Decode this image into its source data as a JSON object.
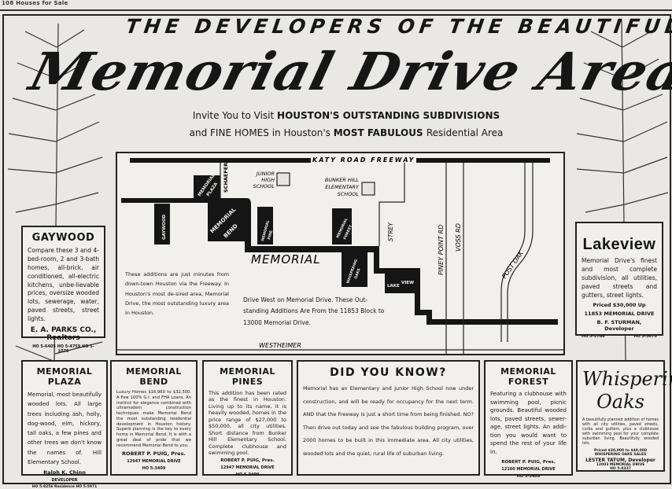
{
  "page_header": "108 Houses for Sale",
  "kicker": "THE DEVELOPERS OF THE BEAUTIFUL",
  "headline": "Memorial Drive Area",
  "subhead": {
    "line1_a": "Invite You to Visit ",
    "line1_b": "HOUSTON'S OUTSTANDING SUBDIVISIONS",
    "line2_a": "and FINE HOMES ",
    "line2_b": "in Houston's ",
    "line2_c": "MOST FABULOUS ",
    "line2_d": "Residential Area"
  },
  "map": {
    "freeway": "KATY ROAD FREEWAY",
    "memorial": "MEMORIAL",
    "westheimer": "WESTHEIMER",
    "schaefer": "SCHAEFER",
    "strey": "STREY",
    "piney_point": "PINEY POINT RD",
    "voss": "VOSS RD",
    "post_oak": "POST OAK",
    "junior_high": [
      "JUNIOR",
      "HIGH",
      "SCHOOL"
    ],
    "bunker_hill": [
      "BUNKER HILL",
      "ELEMENTARY",
      "SCHOOL"
    ],
    "blocks": {
      "gaywood": "GAYWOOD",
      "plaza": [
        "MEMORIAL",
        "PLAZA"
      ],
      "bend": [
        "MEMORIAL",
        "BEND"
      ],
      "pine": [
        "MEMORIAL",
        "PINE"
      ],
      "forest": [
        "MEMORIAL",
        "FOREST"
      ],
      "whispering": [
        "WHISPERING",
        "OAKS"
      ],
      "lakeview": [
        "LAKE",
        "VIEW"
      ]
    },
    "note_left": "These additions are just minutes from down-town Houston via the Freeway. In Houston's most de-sired area, Memorial Drive, the most outstanding luxury area in Houston.",
    "note_center": "Drive West on Memorial Drive. These Out-standing Additions Are From the 11853 Block to 13000 Memorial Drive."
  },
  "gaywood": {
    "title": "GAYWOOD",
    "body": "Compare these 3 and 4-bed-room, 2 and 3-bath homes, all-brick, air conditioned, all-electric kitchens, unbe-lievable prices, oversize wooded lots, sewerage, water, paved streets, street lights.",
    "agent": "E. A. PARKS CO., Realtors",
    "phones": "HO 5-6405  HO 5-4759  HO 5-1076"
  },
  "lakeview": {
    "title": "Lakeview",
    "body": "Memorial Drive's finest and most complete subdivision, all utilities, paved streets and gutters, street lights.",
    "price": "Priced $30,000 Up",
    "address": "11853 MEMORIAL DRIVE",
    "developer": "B. F. STURMAN, Developer",
    "phone1": "HO 5-3786",
    "phone2": "HO 5-5670"
  },
  "plaza": {
    "title": "MEMORIAL PLAZA",
    "body": "Memorial, most beautifully wooded lots. All large trees including ash, holly, dog-wood, elm, hickory, tall oaks, a few pines and other trees we don't know the names of. Hill Elementary School.",
    "developer": "Ralph K. Chinn",
    "role": "DEVELOPER",
    "phones": "HO 5-8256  Residence HO 5-5971"
  },
  "bend": {
    "title": "MEMORIAL BEND",
    "body": "Luxury Homes $16,960 to $32,500. A Few 100% G.I. and FHA Loans. An instinct for elegance combined with ultramodern construction techniques make Memorial Bend the most outstanding residential development in Houston history. Superb planning is the key to every home in Memorial Bend. It is with a great deal of pride that we recommend Memorial Bend to you.",
    "developer": "ROBERT P. PUIG, Pres.",
    "address": "12947 MEMORIAL DRIVE",
    "phone": "HO 5-3409"
  },
  "pines": {
    "title": "MEMORIAL PINES",
    "body": "This addition has been rated as the finest in Houston. Living up to its name, it is heavily wooded, homes in the price range of $27,000 to $50,000, all city utilities. Short distance from Bunker Hill Elementary School. Complete clubhouse and swimming pool.",
    "developer": "ROBERT P. PUIG, Pres.",
    "address": "12947 MEMORIAL DRIVE",
    "phone": "HO 5-3409"
  },
  "did_you_know": {
    "title": "DID YOU KNOW?",
    "body": "Memorial has an Elementary and Junior High School now under construction, and will be ready for occupancy for the next term. AND that the Freeway is just a short time from being finished. NO? Then drive out today and see the fabulous building program, over 2000 homes to be built in this immediate area. All city utilities, wooded lots and the quiet, rural life of suburban living."
  },
  "forest": {
    "title": "MEMORIAL FOREST",
    "body": "Featuring a clubhouse with swimming pool, picnic grounds. Beautiful wooded lots, paved streets, sewer-age, street lights. An addi-tion you would want to spend the rest of your life in.",
    "developer": "ROBERT P. PUIG, Pres.",
    "address": "12100 MEMORIAL DRIVE",
    "phone": "HO 5-3409"
  },
  "whispering": {
    "title": "Whispering Oaks",
    "body": "A beautifully planned addition of homes with all city utilities, paved streets, curbs and gutters, plus a clubhouse with swimming pool for your complete suburban living. Beautifully wooded lots.",
    "price": "Priced $30,000 to $40,000",
    "sales": "WHISPERING OAKS SALES",
    "developer": "LESTER TATUM, Developer",
    "address": "12003 MEMORIAL DRIVE",
    "phone": "HO 5-8337"
  },
  "colors": {
    "ink": "#161616",
    "paper": "#e9e8e4"
  }
}
